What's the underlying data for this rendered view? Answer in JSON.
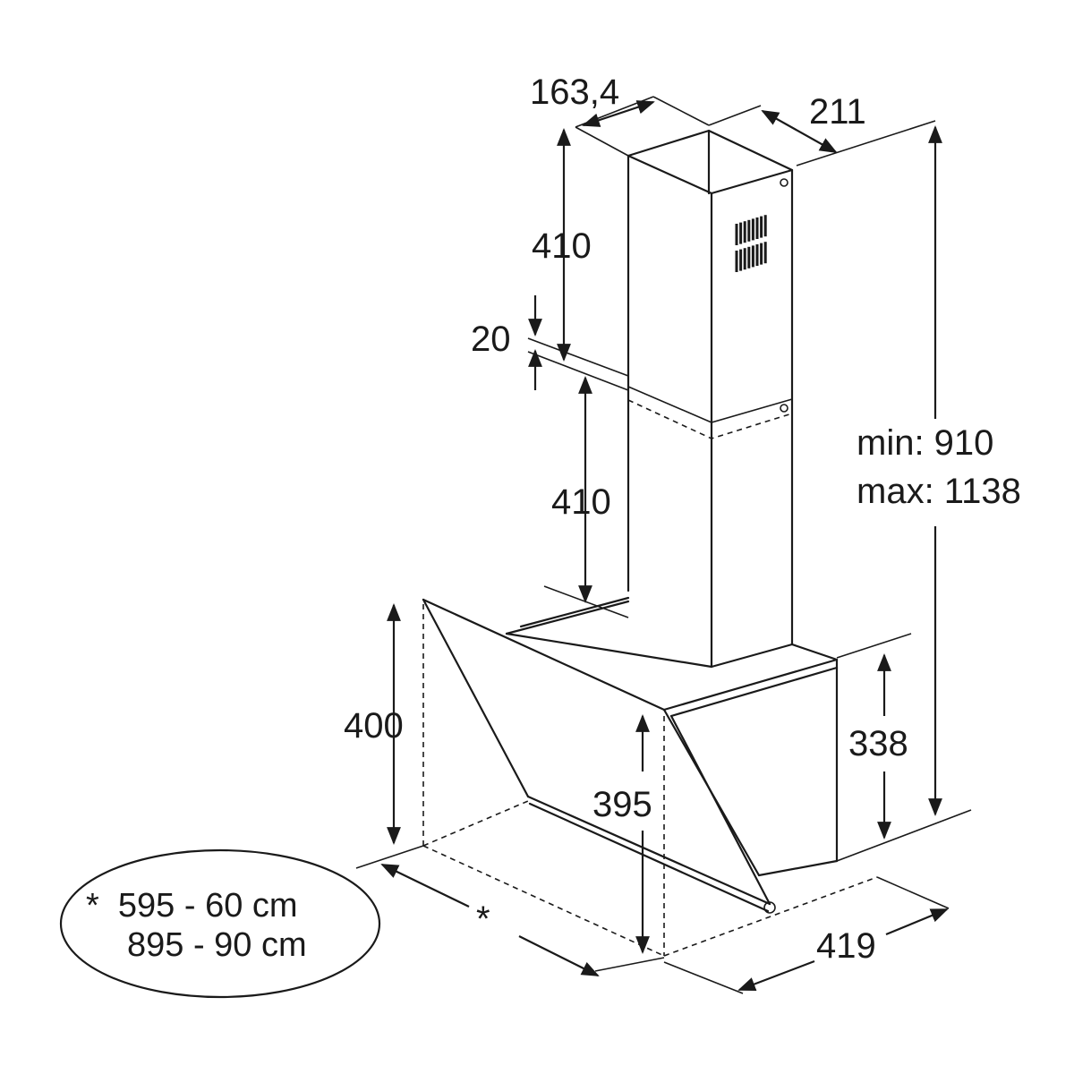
{
  "dimensions": {
    "chimney_depth": "163,4",
    "chimney_width": "211",
    "upper_chimney_height": "410",
    "overlap": "20",
    "lower_chimney_height": "410",
    "total_height_min": "min: 910",
    "total_height_max": "max: 1138",
    "hood_front_height": "400",
    "hood_glass_height": "395",
    "hood_back_height": "338",
    "hood_width": "*",
    "hood_depth": "419"
  },
  "note": {
    "line1": "*  595 - 60 cm",
    "line2": "895 - 90 cm"
  }
}
